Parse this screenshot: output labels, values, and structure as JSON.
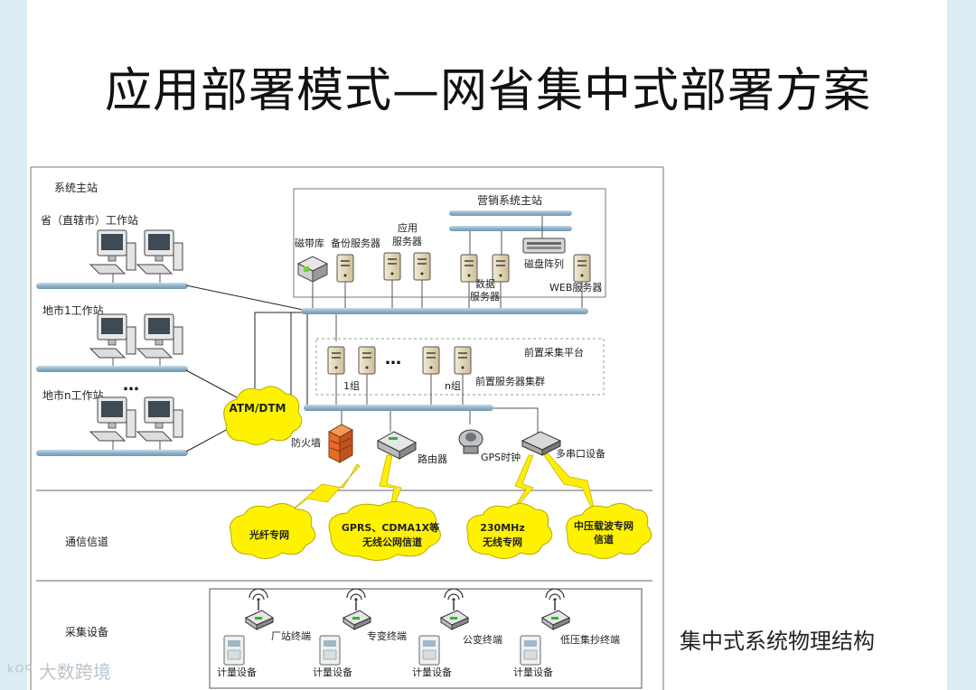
{
  "title": "应用部署模式—网省集中式部署方案",
  "caption": "集中式系统物理结构",
  "watermark": "大数跨境",
  "sections": {
    "main_station": "系统主站",
    "channel": "通信信道",
    "collection": "采集设备"
  },
  "workstations": {
    "province": "省（直辖市）工作站",
    "city1": "地市1工作站",
    "cityn": "地市n工作站",
    "ellipsis": "…"
  },
  "servers": {
    "marketing_main": "营销系统主站",
    "tape_library": "磁带库",
    "backup_server": "备份服务器",
    "app_server_line1": "应用",
    "app_server_line2": "服务器",
    "data_server_line1": "数据",
    "data_server_line2": "服务器",
    "disk_array": "磁盘阵列",
    "web_server": "WEB服务器"
  },
  "front_platform": {
    "title": "前置采集平台",
    "cluster": "前置服务器集群",
    "group1": "1组",
    "groupn": "n组",
    "ellipsis": "…"
  },
  "network": {
    "atm": "ATM/DTM",
    "firewall": "防火墙",
    "router": "路由器",
    "gps": "GPS时钟",
    "multiport": "多串口设备"
  },
  "channels": {
    "fiber": "光纤专网",
    "gprs_line1": "GPRS、CDMA1X等",
    "gprs_line2": "无线公网信道",
    "mhz_line1": "230MHz",
    "mhz_line2": "无线专网",
    "plc_line1": "中压载波专网",
    "plc_line2": "信道"
  },
  "terminals": {
    "plant": "厂站终端",
    "substation": "专变终端",
    "public": "公变终端",
    "lowvoltage": "低压集抄终端",
    "meter": "计量设备"
  },
  "colors": {
    "bus": "#8fb3c8",
    "cloud": "#fff200",
    "bolt": "#ffee00",
    "firewall": "#e96b2a"
  }
}
